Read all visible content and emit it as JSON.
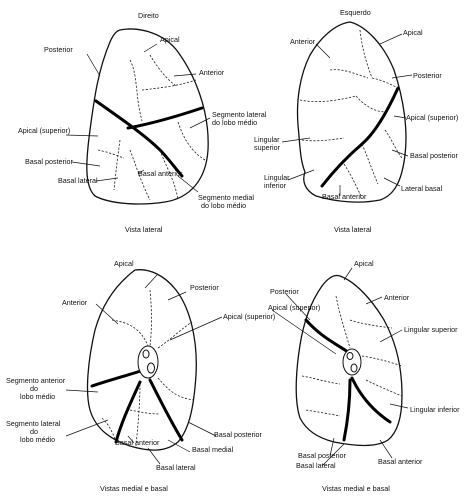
{
  "top_left": {
    "heading": "Direito",
    "caption": "Vista lateral",
    "labels": {
      "posterior": "Posterior",
      "apical": "Apical",
      "anterior": "Anterior",
      "apical_superior": "Apical (superior)",
      "seg_lateral_l1": "Segmento lateral",
      "seg_lateral_l2": "do lobo médio",
      "basal_posterior": "Basal posterior",
      "basal_lateral": "Basal lateral",
      "basal_anterior": "Basal anterior",
      "seg_medial_l1": "Segmento medial",
      "seg_medial_l2": "do lobo médio"
    }
  },
  "top_right": {
    "heading": "Esquerdo",
    "caption": "Vista lateral",
    "labels": {
      "anterior": "Anterior",
      "apical": "Apical",
      "posterior": "Posterior",
      "apical_superior": "Apical (superior)",
      "lingular_sup_l1": "Lingular",
      "lingular_sup_l2": "superior",
      "lingular_inf_l1": "Lingular",
      "lingular_inf_l2": "inferior",
      "basal_posterior": "Basal posterior",
      "basal_anterior": "Basal anterior",
      "lateral_basal": "Lateral basal"
    }
  },
  "bottom_left": {
    "caption": "Vistas medial e basal",
    "labels": {
      "apical": "Apical",
      "anterior": "Anterior",
      "posterior": "Posterior",
      "apical_superior": "Apical (superior)",
      "seg_anterior_l1": "Segmento anterior",
      "seg_anterior_l2": "do",
      "seg_anterior_l3": "lobo médio",
      "seg_lateral_l1": "Segmento lateral",
      "seg_lateral_l2": "do",
      "seg_lateral_l3": "lobo médio",
      "basal_anterior": "Basal anterior",
      "basal_medial": "Basal medial",
      "basal_posterior": "Basal posterior",
      "basal_lateral": "Basal lateral"
    }
  },
  "bottom_right": {
    "caption": "Vistas medial e basal",
    "labels": {
      "apical": "Apical",
      "posterior": "Posterior",
      "anterior": "Anterior",
      "apical_superior": "Apical (superior)",
      "lingular_superior": "Lingular superior",
      "lingular_inferior": "Lingular inferior",
      "basal_posterior": "Basal posterior",
      "basal_lateral": "Basal lateral",
      "basal_anterior": "Basal anterior"
    }
  }
}
